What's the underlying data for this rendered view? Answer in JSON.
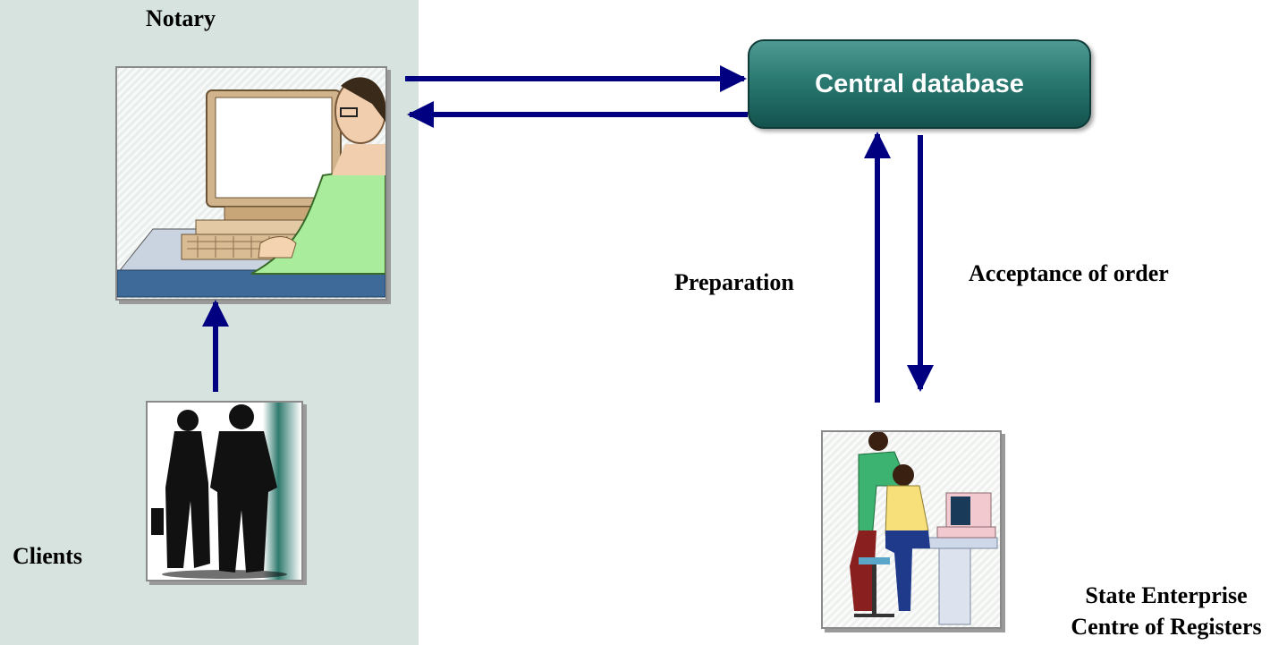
{
  "labels": {
    "notary": "Notary",
    "clients": "Clients",
    "central_database": "Central database",
    "preparation": "Preparation",
    "acceptance": "Acceptance of order",
    "state_line1": "State Enterprise",
    "state_line2": "Centre of Registers"
  },
  "colors": {
    "arrow": "#000080",
    "notary_panel": "#d6e3df",
    "database_box": "#2a7a72"
  },
  "icons": {
    "notary": "person-at-computer-icon",
    "clients": "couple-silhouette-icon",
    "registers": "office-workers-icon"
  }
}
